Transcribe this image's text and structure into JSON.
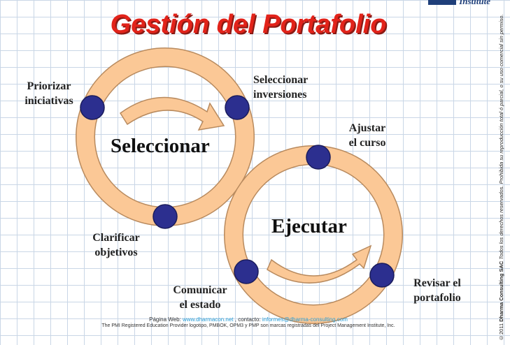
{
  "header": {
    "title": "Gestión del Portafolio",
    "logo_text": "Institute"
  },
  "cycles": {
    "select": {
      "center_label": "Seleccionar",
      "nodes": [
        {
          "label_line1": "Priorizar",
          "label_line2": "iniciativas"
        },
        {
          "label_line1": "Seleccionar",
          "label_line2": "inversiones"
        },
        {
          "label_line1": "Clarificar",
          "label_line2": "objetivos"
        }
      ]
    },
    "execute": {
      "center_label": "Ejecutar",
      "nodes": [
        {
          "label_line1": "Ajustar",
          "label_line2": "el curso"
        },
        {
          "label_line1": "Revisar el",
          "label_line2": "portafolio"
        },
        {
          "label_line1": "Comunicar",
          "label_line2": "el estado"
        }
      ]
    }
  },
  "footer": {
    "web_label": "Página Web:",
    "web_url": "www.dharmacon.net",
    "contact_label": ", contacto:",
    "contact_email": "informes@dharma-consulting.com",
    "legal": "The PMI Registered Education Provider logotipo, PMBOK, OPM3 y PMP son marcas registradas del Project Management Institute, Inc."
  },
  "side_note": {
    "copyright": "©2011",
    "company": "Dharma Consulting SAC",
    "rights": "Todos los derechos reservados.",
    "prohibition": "Prohibida su reproducción total ó parcial, o su uso comercial sin permiso."
  },
  "colors": {
    "title_red": "#e2231a",
    "ring_fill": "#fbc896",
    "ring_stroke": "#b88a5e",
    "node_blue": "#2c2f8f",
    "grid": "#c9d6e6"
  }
}
